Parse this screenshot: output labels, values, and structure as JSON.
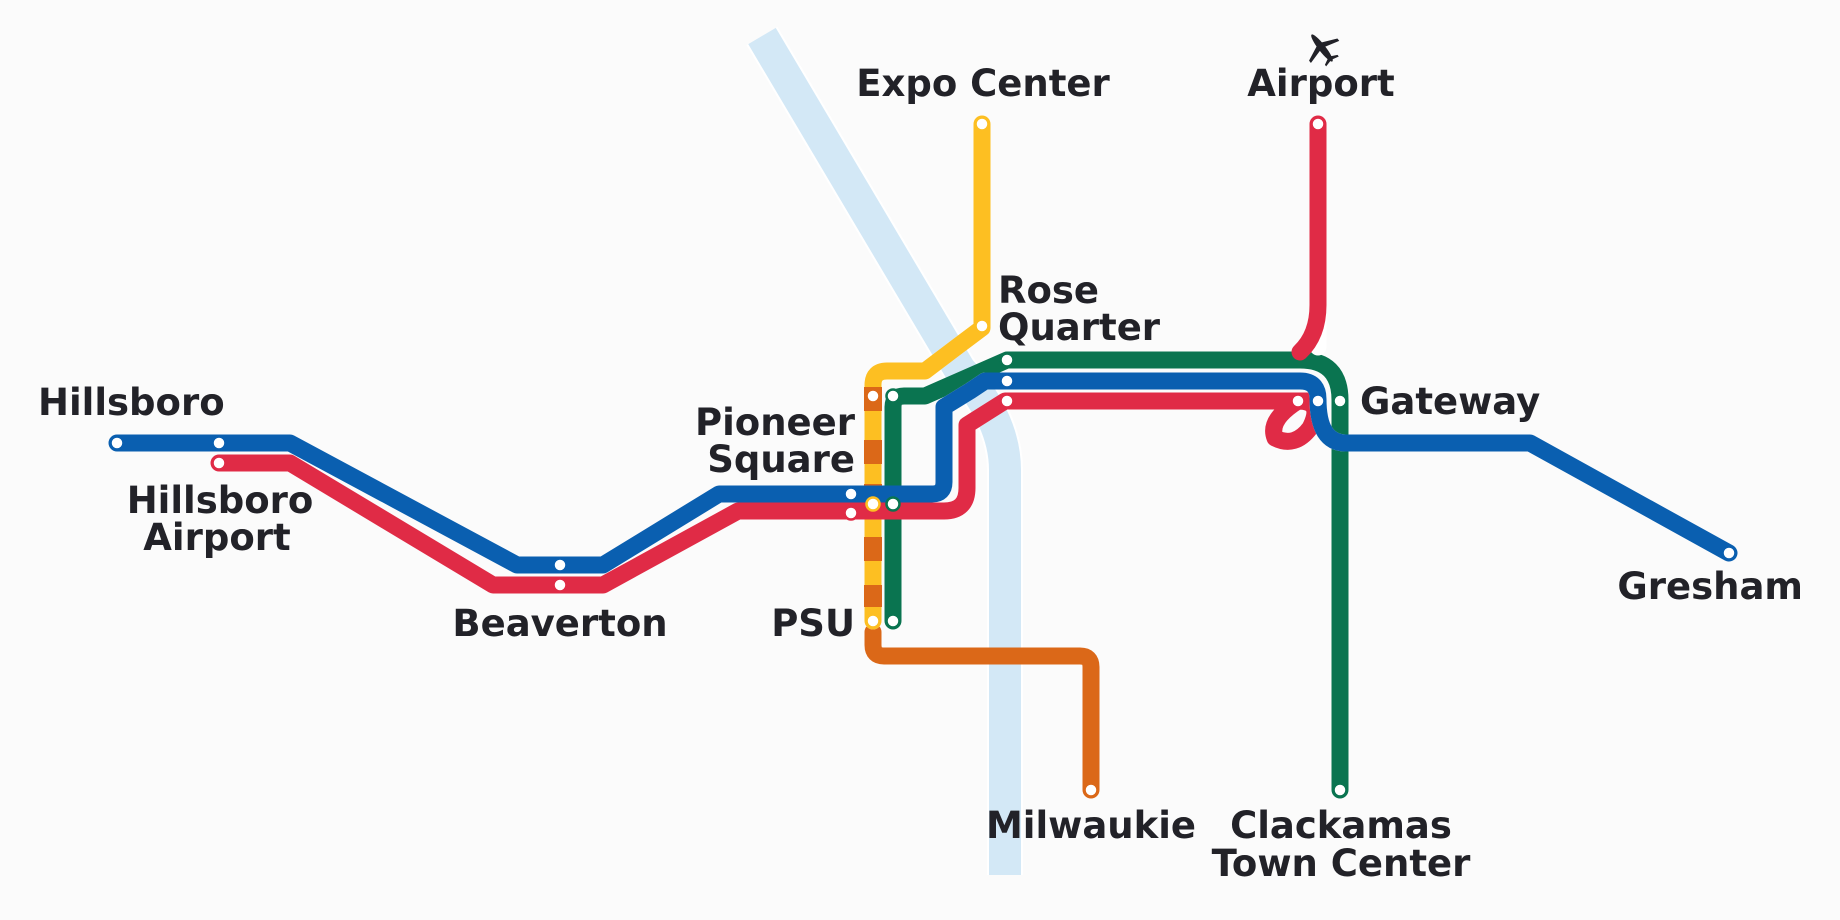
{
  "colors": {
    "blue": "#0a5fb0",
    "red": "#e02b46",
    "green": "#0a7450",
    "yellow": "#fdbf22",
    "orange": "#db6818",
    "river": "#d3e8f6",
    "label": "#222228",
    "background": "#fbfbfb"
  },
  "icons": {
    "airport": "airplane-icon"
  },
  "stations": {
    "expo_center": "Expo Center",
    "airport": "Airport",
    "rose_quarter_1": "Rose",
    "rose_quarter_2": "Quarter",
    "hillsboro": "Hillsboro",
    "hillsboro_airport_1": "Hillsboro",
    "hillsboro_airport_2": "Airport",
    "pioneer_square_1": "Pioneer",
    "pioneer_square_2": "Square",
    "gateway": "Gateway",
    "beaverton": "Beaverton",
    "psu": "PSU",
    "gresham": "Gresham",
    "milwaukie": "Milwaukie",
    "clackamas_1": "Clackamas",
    "clackamas_2": "Town Center"
  }
}
